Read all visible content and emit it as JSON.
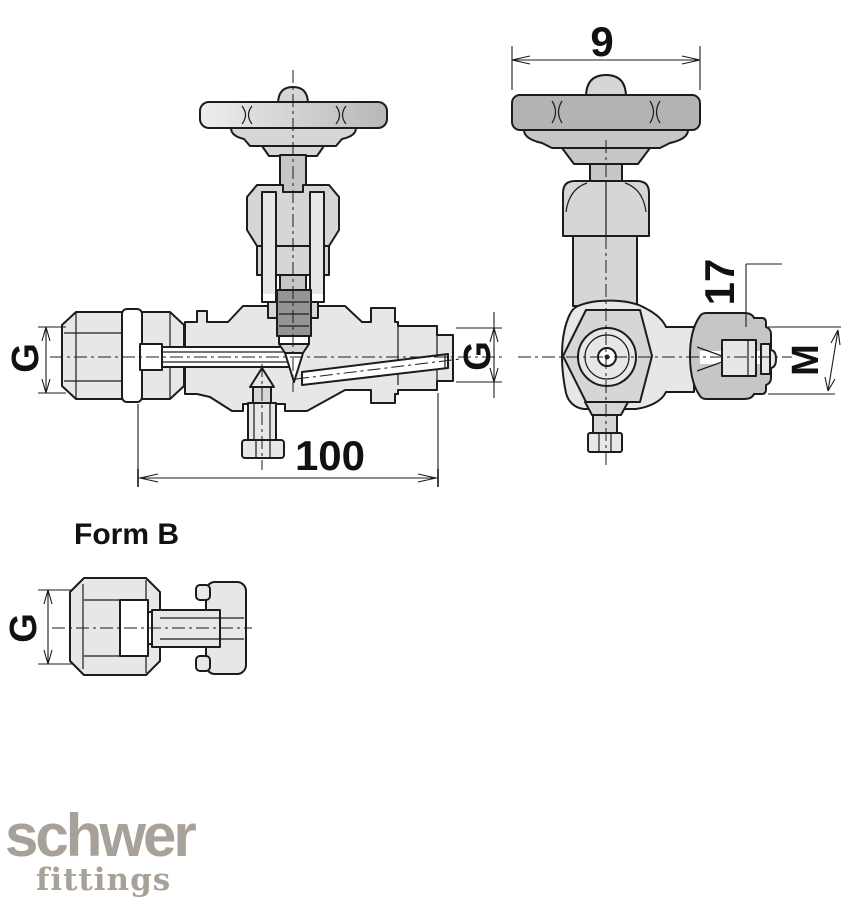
{
  "drawing": {
    "front_view": {
      "label_g_left": "G",
      "label_g_right": "G",
      "dim_length": "100"
    },
    "side_view": {
      "dim_width": "9",
      "dim_across_flats": "17",
      "label_thread": "M"
    },
    "form_b": {
      "title": "Form B",
      "label_g": "G"
    }
  },
  "logo": {
    "brand": "schwer",
    "word": "fittings"
  },
  "colors": {
    "line": "#1c1c1c",
    "fill_light": "#e7e7e7",
    "fill_mid": "#d6d6d6",
    "fill_dark": "#949494",
    "handwheel_side": "#b3b3b3",
    "logo": "#a8a199",
    "background": "#ffffff"
  }
}
